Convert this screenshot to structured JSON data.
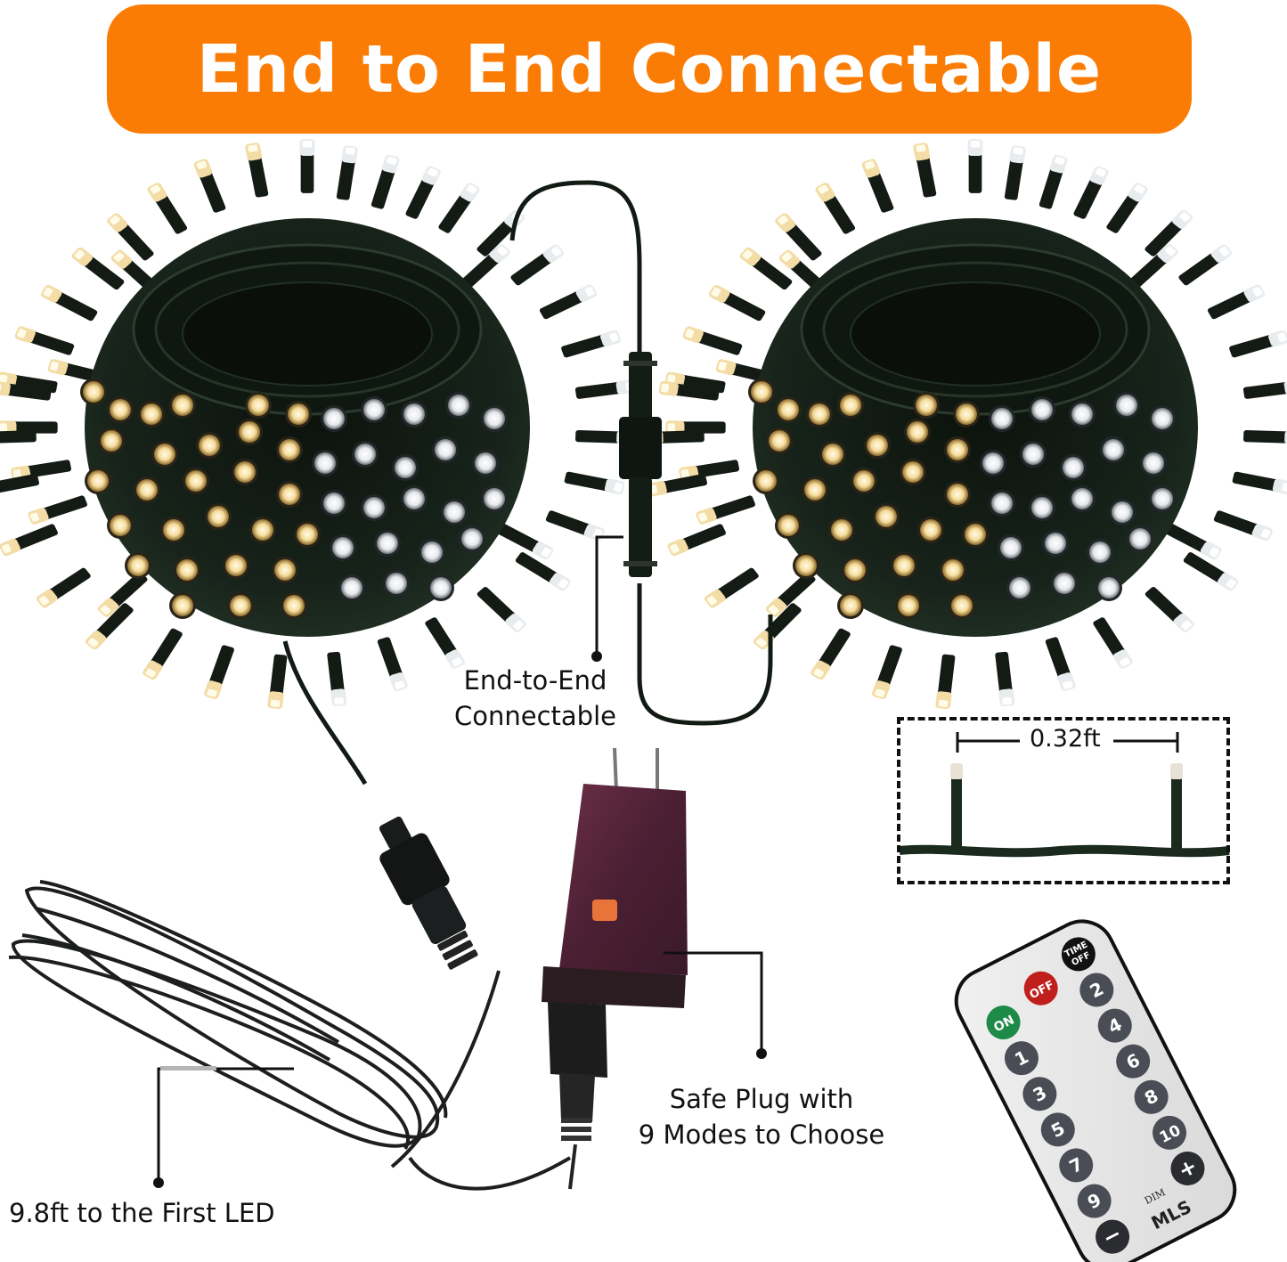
{
  "banner": {
    "title": "End to End Connectable",
    "color": "#fb7c05"
  },
  "callouts": {
    "connector": {
      "line1": "End-to-End",
      "line2": "Connectable"
    },
    "adapter": {
      "line1": "Safe Plug with",
      "line2": "9 Modes to Choose"
    },
    "lead_wire": {
      "text": "9.8ft to the First LED"
    },
    "bulb_spacing": {
      "text": "0.32ft"
    }
  },
  "products": {
    "light_coils": [
      {
        "position": "left",
        "warm_color": "#fbe6b0",
        "cool_color": "#f4f6f7",
        "wire_color": "#1b2a1d"
      },
      {
        "position": "right",
        "warm_color": "#fbe6b0",
        "cool_color": "#f4f6f7",
        "wire_color": "#1b2a1d"
      }
    ],
    "remote": {
      "brand": "MLS",
      "dim_label": "DIM",
      "buttons": [
        "ON",
        "OFF",
        "TIME OFF",
        "1",
        "2",
        "3",
        "4",
        "5",
        "6",
        "7",
        "8",
        "9",
        "10",
        "+",
        "−"
      ],
      "on_color": "#1e8a47",
      "off_color": "#c0201c",
      "time_off_color": "#111111",
      "number_color": "#4a4d55"
    },
    "adapter": {
      "color": "#5a2a3a"
    }
  }
}
